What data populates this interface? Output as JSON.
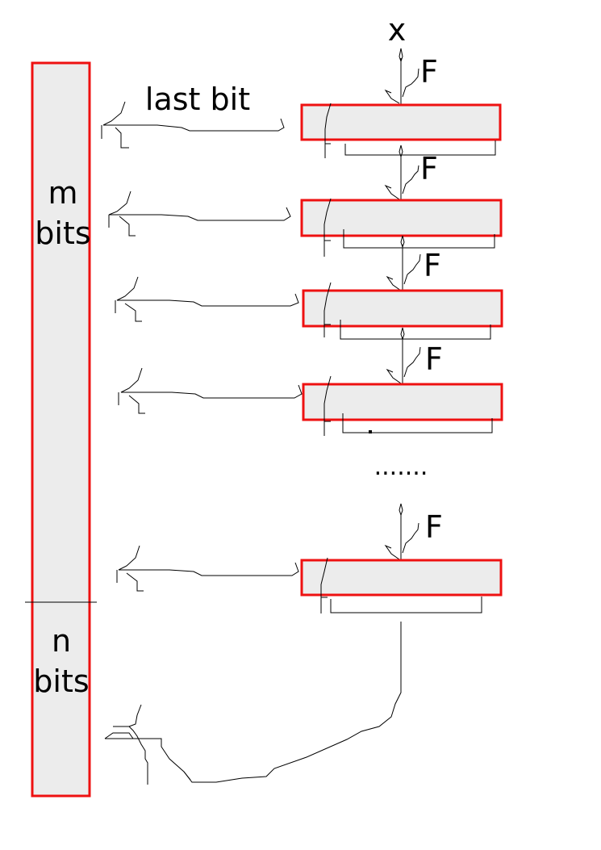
{
  "register": {
    "top_label": [
      "m",
      "bits"
    ],
    "bottom_label": [
      "n",
      "bits"
    ]
  },
  "input_label": "x",
  "last_bit_label": "last bit",
  "function_label": "F",
  "ellipsis": ".......",
  "colors": {
    "box_stroke": "#ee1111",
    "box_fill": "#ececec",
    "line": "#000000"
  }
}
